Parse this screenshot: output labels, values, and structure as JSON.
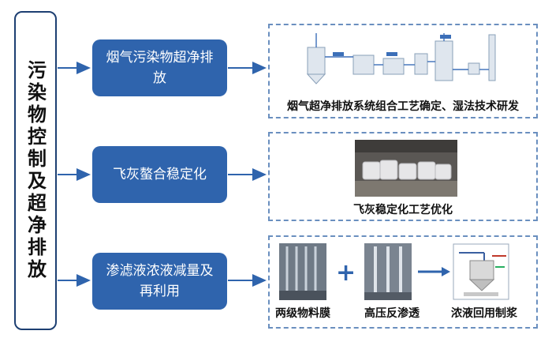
{
  "main_label": "污染物控制及超净排放",
  "branches": [
    {
      "title": "烟气污染物超净排放",
      "caption": "烟气超净排放系统组合工艺确定、湿法技术研发"
    },
    {
      "title": "飞灰螯合稳定化",
      "caption": "飞灰稳定化工艺优化"
    },
    {
      "title": "渗滤液浓液减量及再利用",
      "captions": [
        "两级物料膜",
        "高压反渗透",
        "浓液回用制浆"
      ]
    }
  ],
  "colors": {
    "box_fill": "#2f64ad",
    "arrow": "#2f64ad",
    "dash_border": "#6a8fbf",
    "left_border": "#1d3f72"
  }
}
